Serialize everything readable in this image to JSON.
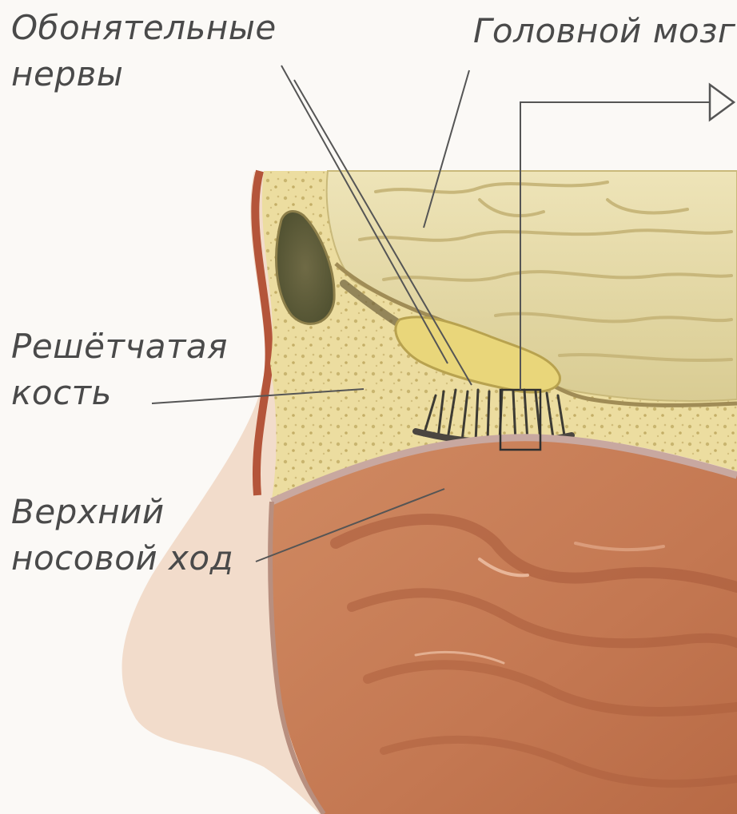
{
  "labels": {
    "olfactory_nerves": [
      "Обонятельные",
      "нервы"
    ],
    "brain": "Головной мозг",
    "ethmoid_bone": [
      "Решётчатая",
      "кость"
    ],
    "superior_meatus": [
      "Верхний",
      "носовой ход"
    ]
  },
  "colors": {
    "background": "#fbf9f6",
    "label_text": "#4a4a4a",
    "leader_line": "#555555",
    "brain": "#e2d6a4",
    "bone": "#ecdda0",
    "nasal_cavity": "#c77e5a",
    "skin": "#f2dccb",
    "olfactory_bulb": "#e9d67a"
  }
}
